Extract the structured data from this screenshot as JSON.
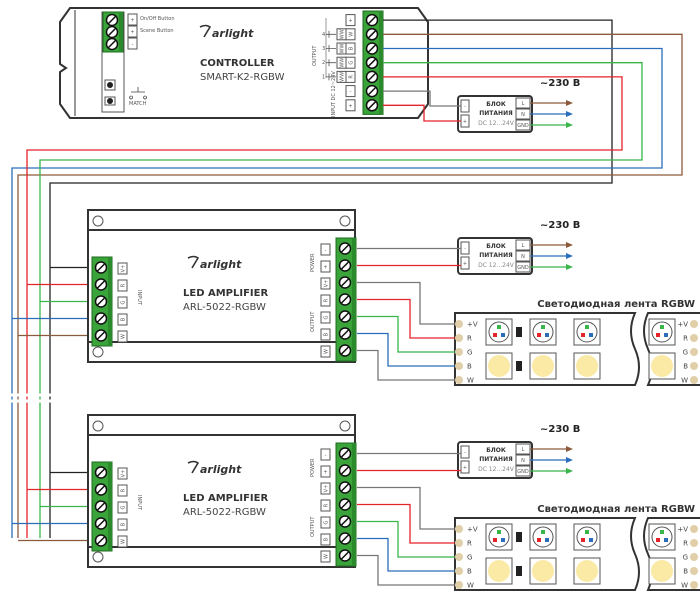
{
  "controller": {
    "brand": "arlight",
    "title": "CONTROLLER",
    "model": "SMART-K2-RGBW",
    "left_terminals": [
      "+",
      "+",
      "-"
    ],
    "left_labels": [
      "On/Off Button",
      "Scene Button"
    ],
    "match_label": "MATCH",
    "output_label": "OUTPUT",
    "output_channels": [
      "4",
      "3",
      "2",
      "1"
    ],
    "output_pins": [
      [
        "WW",
        "W"
      ],
      [
        "WW",
        "B"
      ],
      [
        "WW",
        "G"
      ],
      [
        "WW",
        "R"
      ]
    ],
    "input_label": "INPUT DC 12~24V",
    "input_pins": [
      "-",
      "+"
    ],
    "top_pin": "+"
  },
  "amplifiers": [
    {
      "brand": "arlight",
      "title": "LED AMPLIFIER",
      "model": "ARL-5022-RGBW",
      "input_label": "INPUT",
      "input_pins": [
        "V+",
        "R",
        "G",
        "B",
        "W"
      ],
      "power_label": "POWER",
      "power_pins": [
        "-",
        "+"
      ],
      "output_label": "OUTPUT",
      "output_pins": [
        "V+",
        "R",
        "G",
        "B",
        "W"
      ]
    },
    {
      "brand": "arlight",
      "title": "LED AMPLIFIER",
      "model": "ARL-5022-RGBW",
      "input_label": "INPUT",
      "input_pins": [
        "V+",
        "R",
        "G",
        "B",
        "W"
      ],
      "power_label": "POWER",
      "power_pins": [
        "-",
        "+"
      ],
      "output_label": "OUTPUT",
      "output_pins": [
        "V+",
        "R",
        "G",
        "B",
        "W"
      ]
    }
  ],
  "power_supply": {
    "line1": "БЛОК",
    "line2": "ПИТАНИЯ",
    "spec": "DC 12...24V",
    "in_pins": [
      "-",
      "+"
    ],
    "out_pins": [
      "L",
      "N",
      "GND"
    ],
    "mains": "~230 В"
  },
  "strip": {
    "title": "Светодиодная лента RGBW",
    "pins": [
      "+V",
      "R",
      "G",
      "B",
      "W"
    ]
  },
  "colors": {
    "red": "#e5232a",
    "green": "#39b54a",
    "blue": "#2a6ebb",
    "brown": "#8b5a3c",
    "gray": "#777777",
    "black": "#222222",
    "terminal": "#3aa33a"
  }
}
